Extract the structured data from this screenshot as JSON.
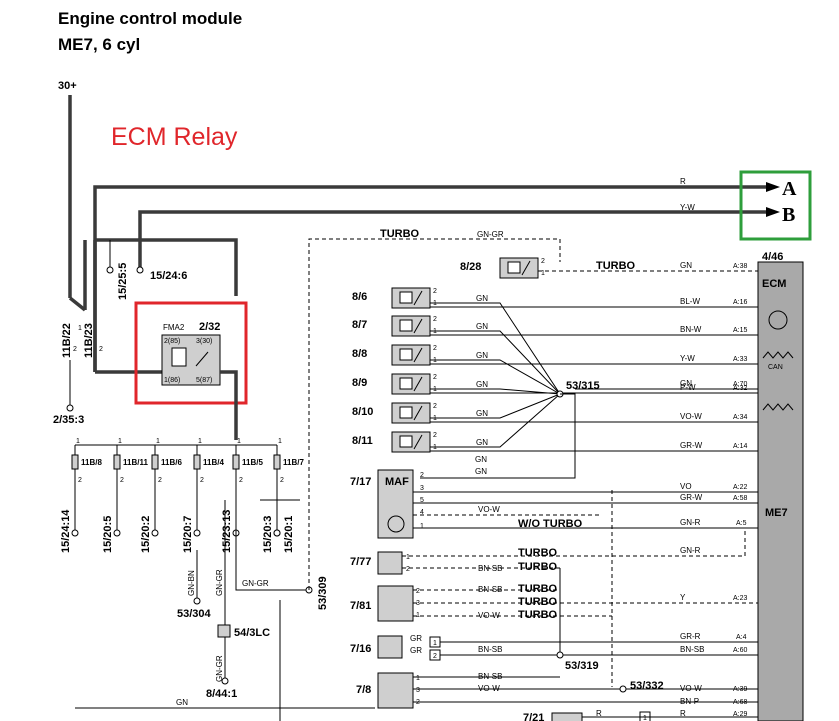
{
  "title": {
    "line1": "Engine control module",
    "line2": "ME7, 6 cyl"
  },
  "annotation": {
    "ecm_relay": "ECM Relay",
    "output_a": "A",
    "output_b": "B"
  },
  "power": {
    "supply": "30+"
  },
  "colors": {
    "highlight_red": "#e0262b",
    "highlight_green": "#2e9e3b",
    "module_gray": "#a9a9a9",
    "wire_thick": "#3a3a3a"
  },
  "wires": {
    "r": "R",
    "yw": "Y-W",
    "gngr_top": "GN-GR",
    "turbo_top": "TURBO"
  },
  "relay": {
    "name": "FMA2",
    "id": "2/32",
    "pin85": "2(85)",
    "pin30": "3(30)",
    "pin86": "1(86)",
    "pin87": "5(87)"
  },
  "left_labels": {
    "c15_25_5": "15/25:5",
    "c15_24_6": "15/24:6",
    "c11b22": "11B/22",
    "c11b23": "11B/23",
    "c2_35_3": "2/35:3",
    "pin2a": "2",
    "pin2b": "2",
    "pin1": "1"
  },
  "fuses": [
    {
      "id": "11B/8",
      "conn": "15/24:14",
      "p_top": "1",
      "p_bot": "2"
    },
    {
      "id": "11B/11",
      "conn": "15/20:5",
      "p_top": "1",
      "p_bot": "2"
    },
    {
      "id": "11B/6",
      "conn": "15/20:2",
      "p_top": "1",
      "p_bot": "2"
    },
    {
      "id": "11B/4",
      "conn": "15/20:7",
      "p_top": "1",
      "p_bot": "2"
    },
    {
      "id": "11B/5",
      "conn": "15/23:13",
      "p_top": "1",
      "p_bot": "2"
    },
    {
      "id": "11B/7",
      "conn": "15/20:3",
      "p_top": "1",
      "p_bot": "2"
    },
    {
      "id": "",
      "conn": "15/20:1",
      "p_top": "",
      "p_bot": ""
    }
  ],
  "lower_left": {
    "gnbn": "GN-BN",
    "gngr1": "GN-GR",
    "gngr2": "GN-GR",
    "gngr3": "GN-GR",
    "c53_304": "53/304",
    "c54_3lc": "54/3LC",
    "c8_44_1": "8/44:1",
    "c53_309": "53/309",
    "gn_bottom": "GN"
  },
  "components": [
    {
      "id": "8/28",
      "p1": "2",
      "p2": "1",
      "wire": "GN",
      "pin": "A:38",
      "label": "TURBO"
    },
    {
      "id": "8/6",
      "p1": "2",
      "p2": "1",
      "wire": "BL-W",
      "pin": "A:16",
      "gnd": "GN"
    },
    {
      "id": "8/7",
      "p1": "2",
      "p2": "1",
      "wire": "BN-W",
      "pin": "A:15",
      "gnd": "GN"
    },
    {
      "id": "8/8",
      "p1": "2",
      "p2": "1",
      "wire": "Y-W",
      "pin": "A:33",
      "gnd": "GN"
    },
    {
      "id": "8/9",
      "p1": "2",
      "p2": "1",
      "wire": "P-W",
      "pin": "A:32",
      "gnd": "GN"
    },
    {
      "id": "8/10",
      "p1": "2",
      "p2": "1",
      "wire": "VO-W",
      "pin": "A:34",
      "gnd": "GN"
    },
    {
      "id": "8/11",
      "p1": "2",
      "p2": "1",
      "wire": "GR-W",
      "pin": "A:14",
      "gnd": "GN"
    }
  ],
  "extra_pins": {
    "gn_a70": "GN",
    "a70": "A:70",
    "splice_315": "53/315",
    "gn_below_1": "GN",
    "gn_below_2": "GN"
  },
  "maf": {
    "id": "7/17",
    "label": "MAF",
    "p2": "2",
    "p3": "3",
    "p5": "5",
    "p4": "4",
    "p1": "1",
    "w_vo": "VO",
    "pin_vo": "A:22",
    "w_grw": "GR-W",
    "pin_grw": "A:58",
    "w_vow": "VO-W",
    "wo_turbo": "W/O TURBO",
    "w_gnr": "GN-R",
    "pin_gnr": "A:5"
  },
  "sensor_777": {
    "id": "7/77",
    "p1": "1",
    "p2": "2",
    "turbo1": "TURBO",
    "turbo2": "TURBO",
    "w_bnsb": "BN-SB",
    "w_gnr": "GN-R"
  },
  "sensor_781": {
    "id": "7/81",
    "p2": "2",
    "p3": "3",
    "p1": "1",
    "w1": "BN-SB",
    "w2": "VO-W",
    "turbo1": "TURBO",
    "turbo2": "TURBO",
    "turbo3": "TURBO",
    "w_y": "Y",
    "pin_y": "A:23"
  },
  "sensor_716": {
    "id": "7/16",
    "w_gr1": "GR",
    "w_gr2": "GR",
    "c1": "1",
    "c2": "2",
    "w_bnsb": "BN-SB",
    "w_grr": "GR-R",
    "pin_a4": "A:4",
    "w_bnsb2": "BN-SB",
    "pin_a60": "A:60",
    "splice": "53/319"
  },
  "sensor_78": {
    "id": "7/8",
    "p1": "1",
    "p3": "3",
    "p2": "2",
    "w1": "BN-SB",
    "w2": "VO-W",
    "splice": "53/332",
    "w_vow": "VO-W",
    "pin_a39": "A:39",
    "w_bnp": "BN-P",
    "pin_a68": "A:68"
  },
  "sensor_721": {
    "id": "7/21",
    "w_r": "R",
    "c1": "1",
    "w_r2": "R",
    "pin_a29": "A:29"
  },
  "ecm": {
    "conn": "4/46",
    "label": "ECM",
    "can": "CAN",
    "me7": "ME7"
  }
}
